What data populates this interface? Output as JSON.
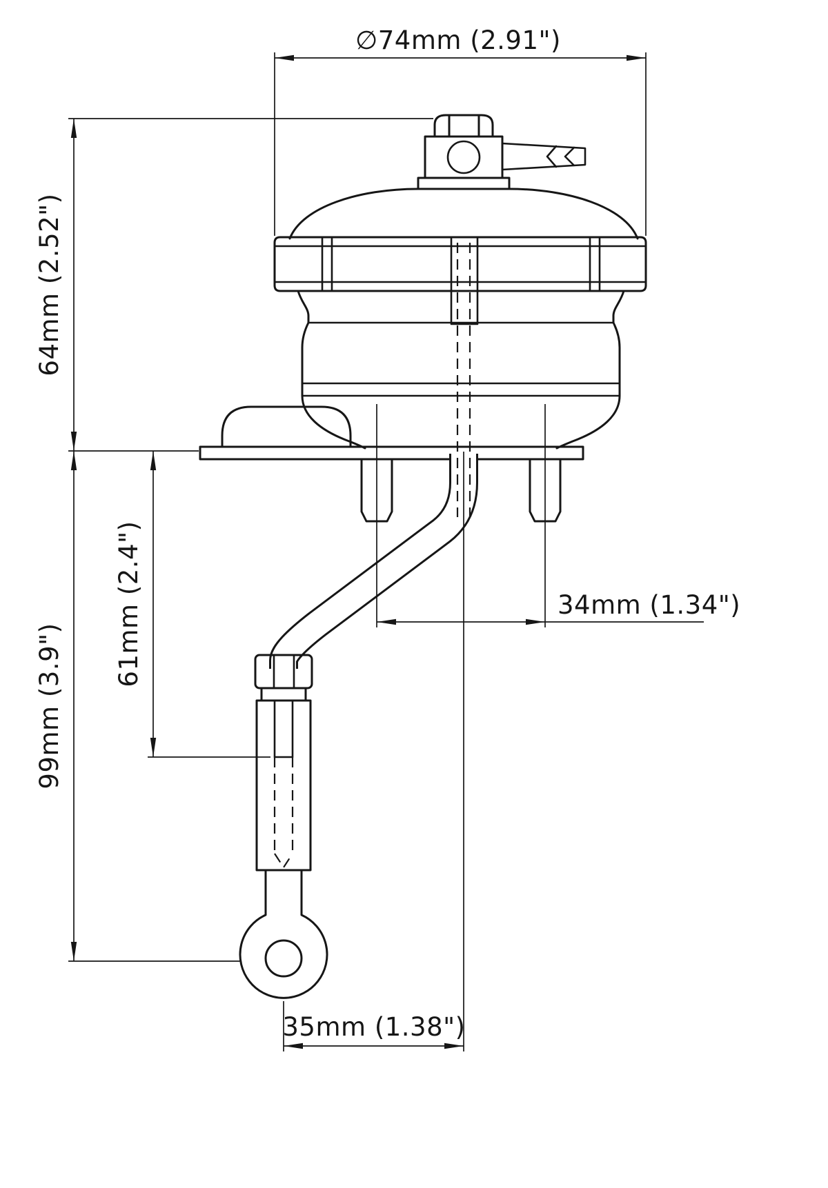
{
  "page": {
    "background": "#ffffff",
    "ink": "#161616",
    "drawing_subject": "wastegate-actuator-dimension-drawing"
  },
  "dim_labels": {
    "diameter": "∅74mm (2.91\")",
    "upper_height": "64mm (2.52\")",
    "overall_lower_height": "99mm (3.9\")",
    "rod_length": "61mm (2.4\")",
    "stud_spacing": "34mm (1.34\")",
    "rod_offset": "35mm (1.38\")"
  }
}
